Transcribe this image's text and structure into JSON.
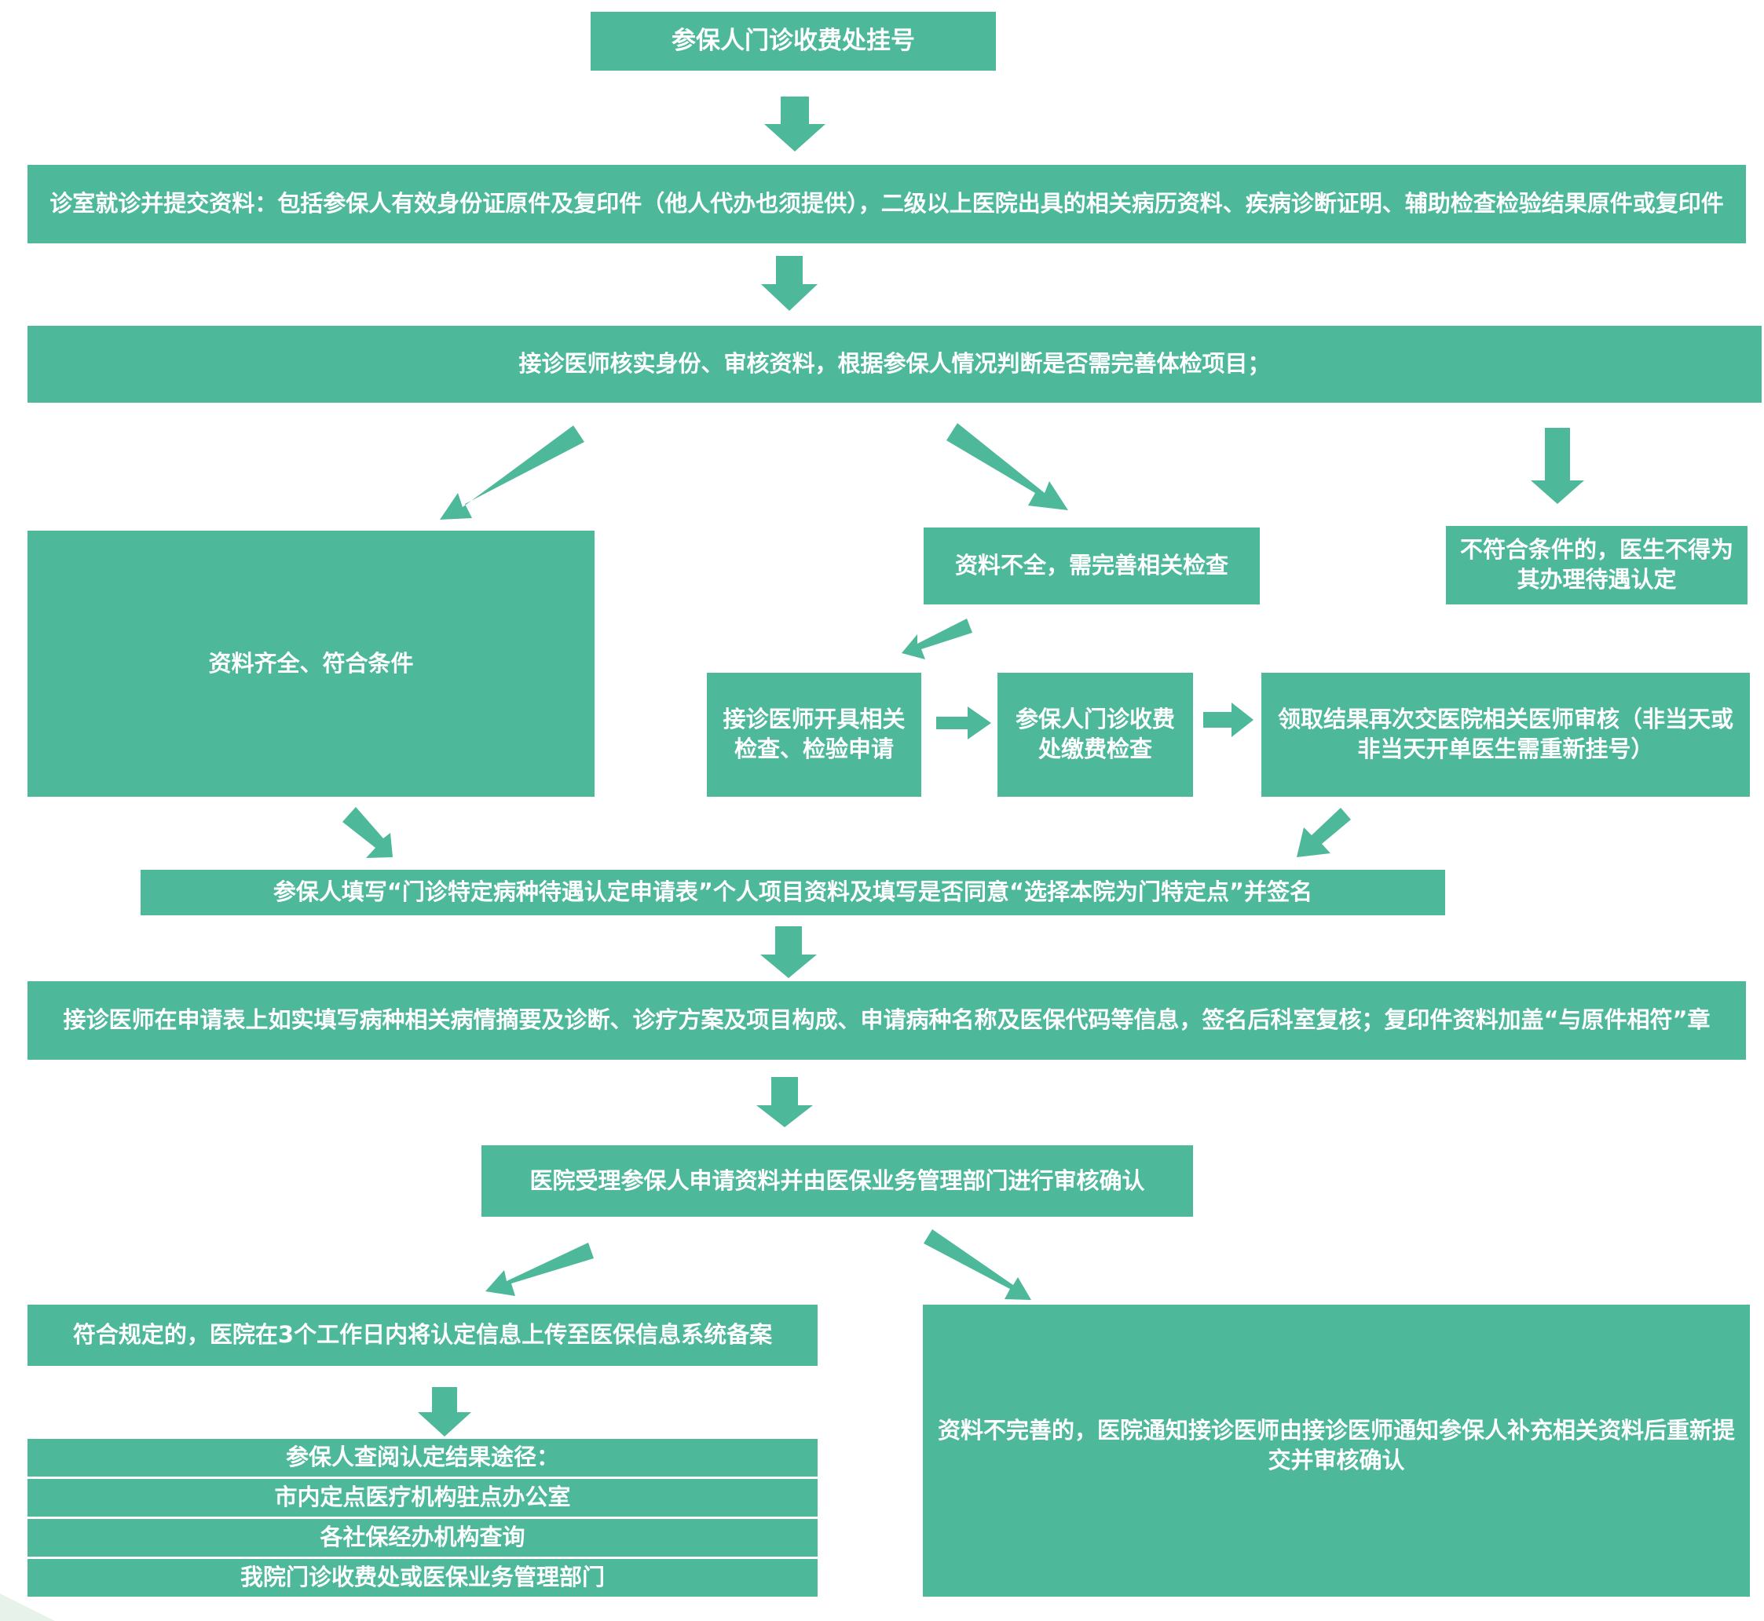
{
  "flow": {
    "step1": "参保人门诊收费处挂号",
    "step2": "诊室就诊并提交资料：包括参保人有效身份证原件及复印件（他人代办也须提供），二级以上医院出具的相关病历资料、疾病诊断证明、辅助检查检验结果原件或复印件",
    "step3": "接诊医师核实身份、审核资料，根据参保人情况判断是否需完善体检项目；",
    "branch_complete": "资料齐全、符合条件",
    "branch_incomplete": "资料不全，需完善相关检查",
    "branch_ineligible": "不符合条件的，医生不得为其办理待遇认定",
    "exam_request": "接诊医师开具相关检查、检验申请",
    "exam_pay": "参保人门诊收费处缴费检查",
    "exam_result": "领取结果再次交医院相关医师审核（非当天或非当天开单医生需重新挂号）",
    "fill_form": "参保人填写“门诊特定病种待遇认定申请表”个人项目资料及填写是否同意“选择本院为门特定点”并签名",
    "doctor_fill": "接诊医师在申请表上如实填写病种相关病情摘要及诊断、诊疗方案及项目构成、申请病种名称及医保代码等信息，签名后科室复核；复印件资料加盖“与原件相符”章",
    "hospital_review": "医院受理参保人申请资料并由医保业务管理部门进行审核确认",
    "approved": "符合规定的，医院在3个工作日内将认定信息上传至医保信息系统备案",
    "rejected": "资料不完善的，医院通知接诊医师由接诊医师通知参保人补充相关资料后重新提交并审核确认",
    "query_title": "参保人查阅认定结果途径：",
    "query_items": [
      "市内定点医疗机构驻点办公室",
      "各社保经办机构查询",
      "我院门诊收费处或医保业务管理部门"
    ]
  }
}
